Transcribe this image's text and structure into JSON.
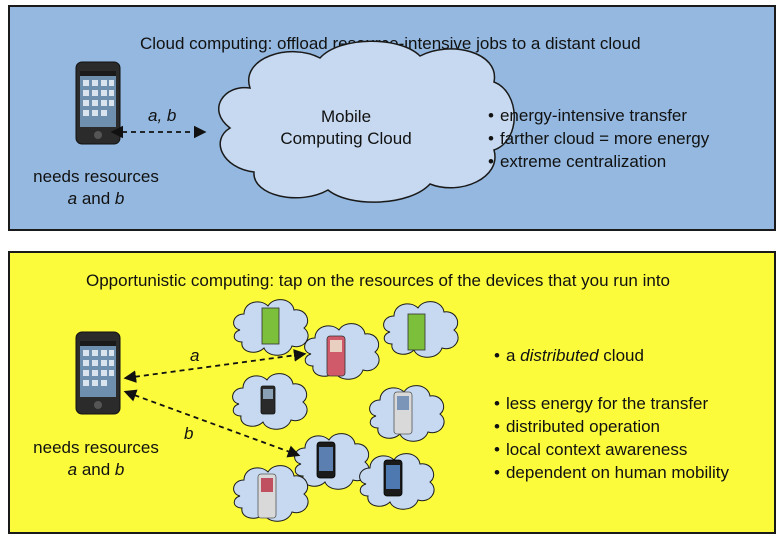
{
  "top_panel": {
    "title": "Cloud computing: offload resource-intensive jobs to a distant cloud",
    "device_caption_line1": "needs resources",
    "device_caption_a": "a",
    "device_caption_and": " and ",
    "device_caption_b": "b",
    "arrow_label": "a, b",
    "cloud_label_line1": "Mobile",
    "cloud_label_line2": "Computing Cloud",
    "bullets": [
      "energy-intensive transfer",
      "farther cloud = more energy",
      "extreme centralization"
    ],
    "colors": {
      "background": "#94b8df",
      "cloud_fill": "#c6d9f0"
    }
  },
  "bottom_panel": {
    "title": "Opportunistic computing: tap on the resources of the devices that you run into",
    "device_caption_line1": "needs resources",
    "device_caption_a": "a",
    "device_caption_and": " and ",
    "device_caption_b": "b",
    "arrow_a_label": "a",
    "arrow_b_label": "b",
    "bullet_first_prefix": "a ",
    "bullet_first_emph": "distributed",
    "bullet_first_suffix": " cloud",
    "bullets": [
      "less energy for the transfer",
      "distributed operation",
      "local context awareness",
      "dependent on human mobility"
    ],
    "colors": {
      "background": "#fbfb3c",
      "cloud_fill": "#c6d9f0"
    }
  }
}
